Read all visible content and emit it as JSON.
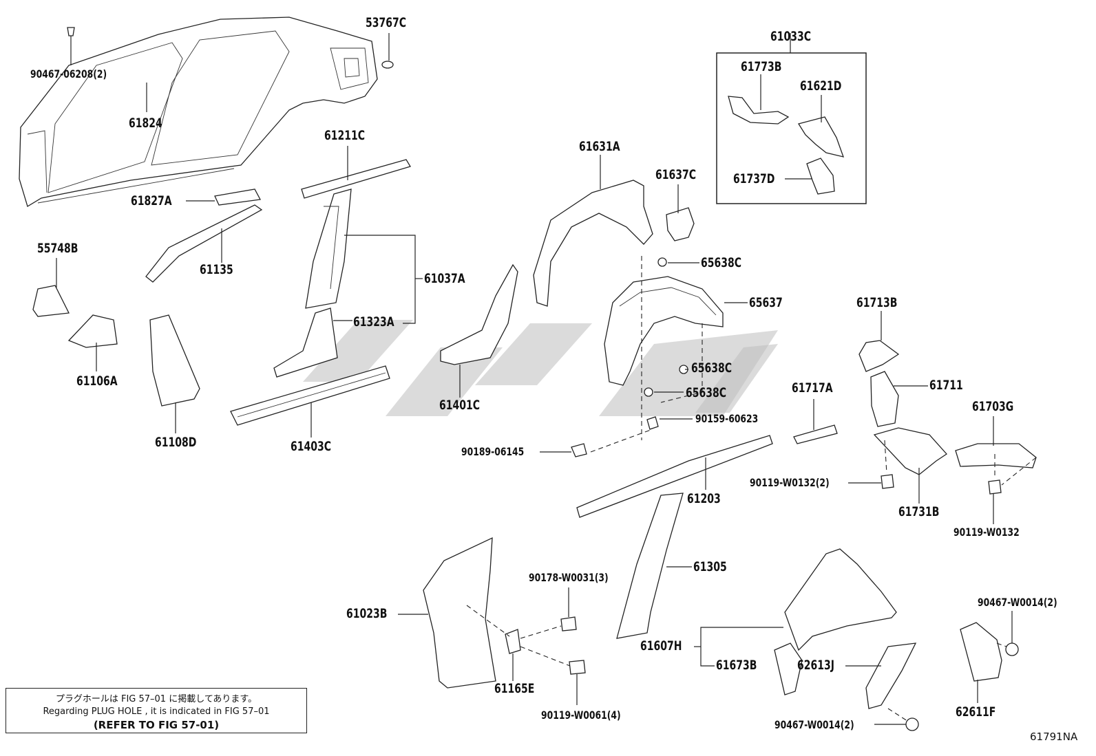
{
  "parts": {
    "p90467_06208": "90467-06208(2)",
    "p53767C": "53767C",
    "p61824": "61824",
    "p61211C": "61211C",
    "p61827A": "61827A",
    "p55748B": "55748B",
    "p61135": "61135",
    "p61037A": "61037A",
    "p61323A": "61323A",
    "p61106A": "61106A",
    "p61108D": "61108D",
    "p61403C": "61403C",
    "p61631A": "61631A",
    "p61637C": "61637C",
    "p65638C_1": "65638C",
    "p65637": "65637",
    "p61401C": "61401C",
    "p65638C_2": "65638C",
    "p65638C_3": "65638C",
    "p90159_60623": "90159-60623",
    "p90189_06145": "90189-06145",
    "p61203": "61203",
    "p61305": "61305",
    "p90178_W0031": "90178-W0031(3)",
    "p61023B": "61023B",
    "p61165E": "61165E",
    "p90119_W0061": "90119-W0061(4)",
    "p61607H": "61607H",
    "p61673B": "61673B",
    "p62613J": "62613J",
    "p90467_W0014_a": "90467-W0014(2)",
    "p90467_W0014_b": "90467-W0014(2)",
    "p62611F": "62611F",
    "p61033C": "61033C",
    "p61773B": "61773B",
    "p61621D": "61621D",
    "p61737D": "61737D",
    "p61713B": "61713B",
    "p61717A": "61717A",
    "p61711": "61711",
    "p61703G": "61703G",
    "p90119_W0132_2": "90119-W0132(2)",
    "p61731B": "61731B",
    "p90119_W0132": "90119-W0132"
  },
  "note": {
    "line1": "プラグホールは FIG 57–01 に掲載してあります。",
    "line2": "Regarding PLUG HOLE , it is indicated in FIG 57–01",
    "line3": "(REFER TO FIG 57-01)"
  },
  "diagram_code": "61791NA"
}
